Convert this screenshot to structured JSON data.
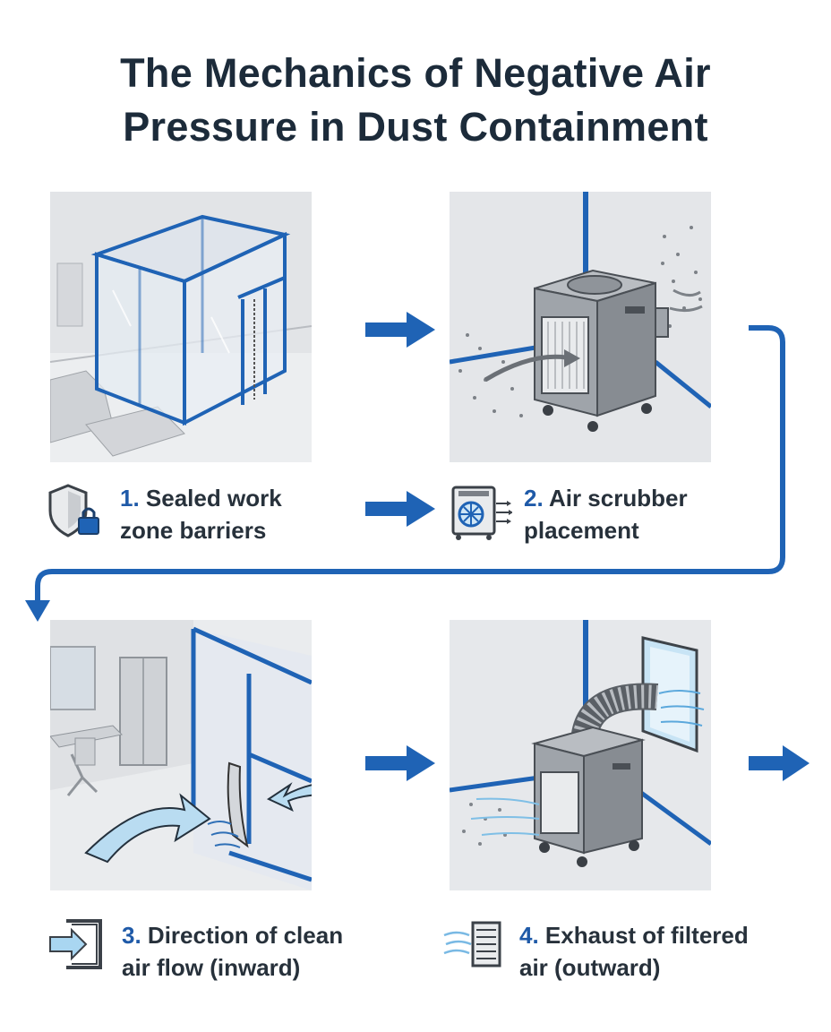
{
  "title": {
    "line1": "The Mechanics of Negative Air",
    "line2": "Pressure in Dust Containment"
  },
  "steps": [
    {
      "number": "1.",
      "label_line1": "Sealed work",
      "label_line2": "zone barriers",
      "icon": "shield-lock-icon"
    },
    {
      "number": "2.",
      "label_line1": "Air scrubber",
      "label_line2": "placement",
      "icon": "air-scrubber-icon"
    },
    {
      "number": "3.",
      "label_line1": "Direction of clean",
      "label_line2": "air flow (inward)",
      "icon": "enter-door-icon"
    },
    {
      "number": "4.",
      "label_line1": "Exhaust of filtered",
      "label_line2": "air (outward)",
      "icon": "vent-exhaust-icon"
    }
  ],
  "colors": {
    "accent": "#1f63b5",
    "title": "#1c2b3a",
    "panel": "#e7e8ea"
  }
}
